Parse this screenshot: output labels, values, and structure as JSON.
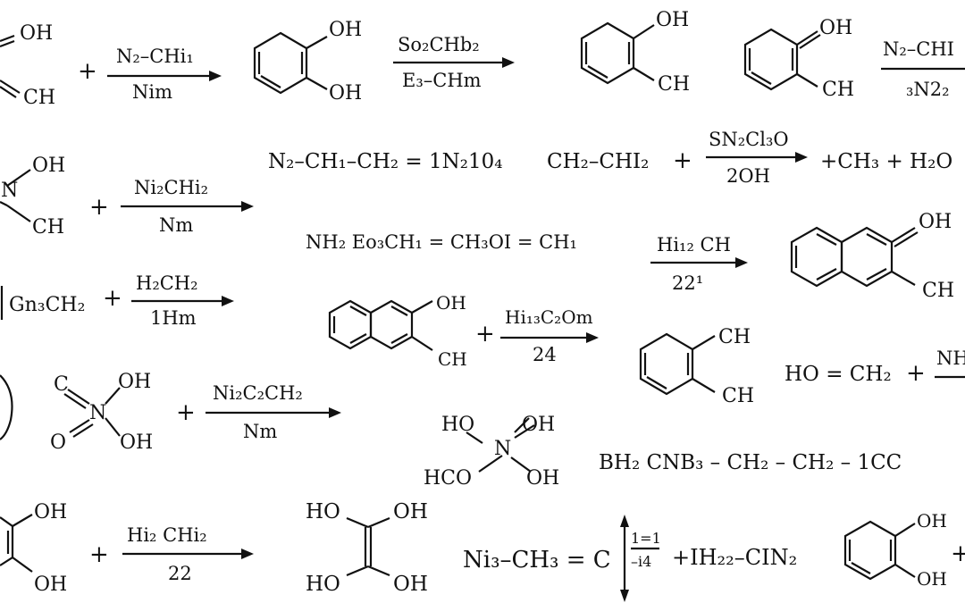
{
  "colors": {
    "ink": "#111111",
    "background": "#ffffff"
  },
  "plus": "+",
  "row1": {
    "mol1": {
      "top": "OH",
      "bottom": "CH"
    },
    "arrow1": {
      "top": "N₂–CHi₁",
      "bottom": "Nim"
    },
    "mol2": {
      "top": "OH",
      "bottom": "OH"
    },
    "arrow2": {
      "top": "So₂CHb₂",
      "bottom": "E₃–CHm"
    },
    "mol3": {
      "top": "OH",
      "bottom": "CH"
    },
    "mol4": {
      "top": "OH",
      "bottom": "CH"
    },
    "arrow3": {
      "top": "N₂–CHI",
      "bottom": "₃N2₂"
    }
  },
  "row2": {
    "mol1": {
      "top": "OH",
      "n": "N",
      "bottom": "CH"
    },
    "arrow1": {
      "top": "Ni₂CHi₂",
      "bottom": "Nm"
    },
    "eq1": "N₂–CH₁–CH₂ = 1N₂10₄",
    "eq2": "CH₂–CHI₂",
    "arrow2": {
      "top": "SN₂Cl₃O",
      "bottom": "2OH"
    },
    "tail": "+CH₃ + H₂O"
  },
  "row3": {
    "eq1": "NH₂ Eo₃CH₁ = CH₃OI = CH₁",
    "arrow1": {
      "top": "Hi₁₂ CH",
      "bottom": "22¹"
    },
    "mol1": {
      "top": "OH",
      "bottom": "CH"
    }
  },
  "row4": {
    "eq1": "Gn₃CH₂",
    "arrow1": {
      "top": "H₂CH₂",
      "bottom": "1Hm"
    },
    "mol1": {
      "top": "OH",
      "bottom": "CH"
    },
    "arrow2": {
      "top": "Hi₁₃C₂Om",
      "bottom": "24"
    },
    "mol2": {
      "top": "CH",
      "bottom": "CH"
    },
    "eq2": "HO = CH₂",
    "arrow3": {
      "top": "NH"
    }
  },
  "row5": {
    "mol1": {
      "c": "C",
      "n": "N",
      "oh1": "OH",
      "o": "O",
      "oh2": "OH"
    },
    "arrow1": {
      "top": "Ni₂C₂CH₂",
      "bottom": "Nm"
    },
    "mol2": {
      "ho": "HO",
      "oh1": "OH",
      "n": "N",
      "hco": "HCO",
      "oh2": "OH"
    },
    "eq1": "BH₂ CNB₃ – CH₂ – CH₂ – 1CC"
  },
  "row6": {
    "mol1": {
      "top": "OH",
      "bottom": "OH"
    },
    "arrow1": {
      "top": "Hi₂ CHi₂",
      "bottom": "22"
    },
    "mol2": {
      "tl": "HO",
      "tr": "OH",
      "bl": "HO",
      "br": "OH"
    },
    "eq1": "Ni₃–CH₃ = C",
    "frac": {
      "top": "1=1",
      "bottom": "–i4"
    },
    "eq2": "+IH₂₂–CIN₂",
    "mol3": {
      "top": "OH",
      "bottom": "OH"
    }
  }
}
